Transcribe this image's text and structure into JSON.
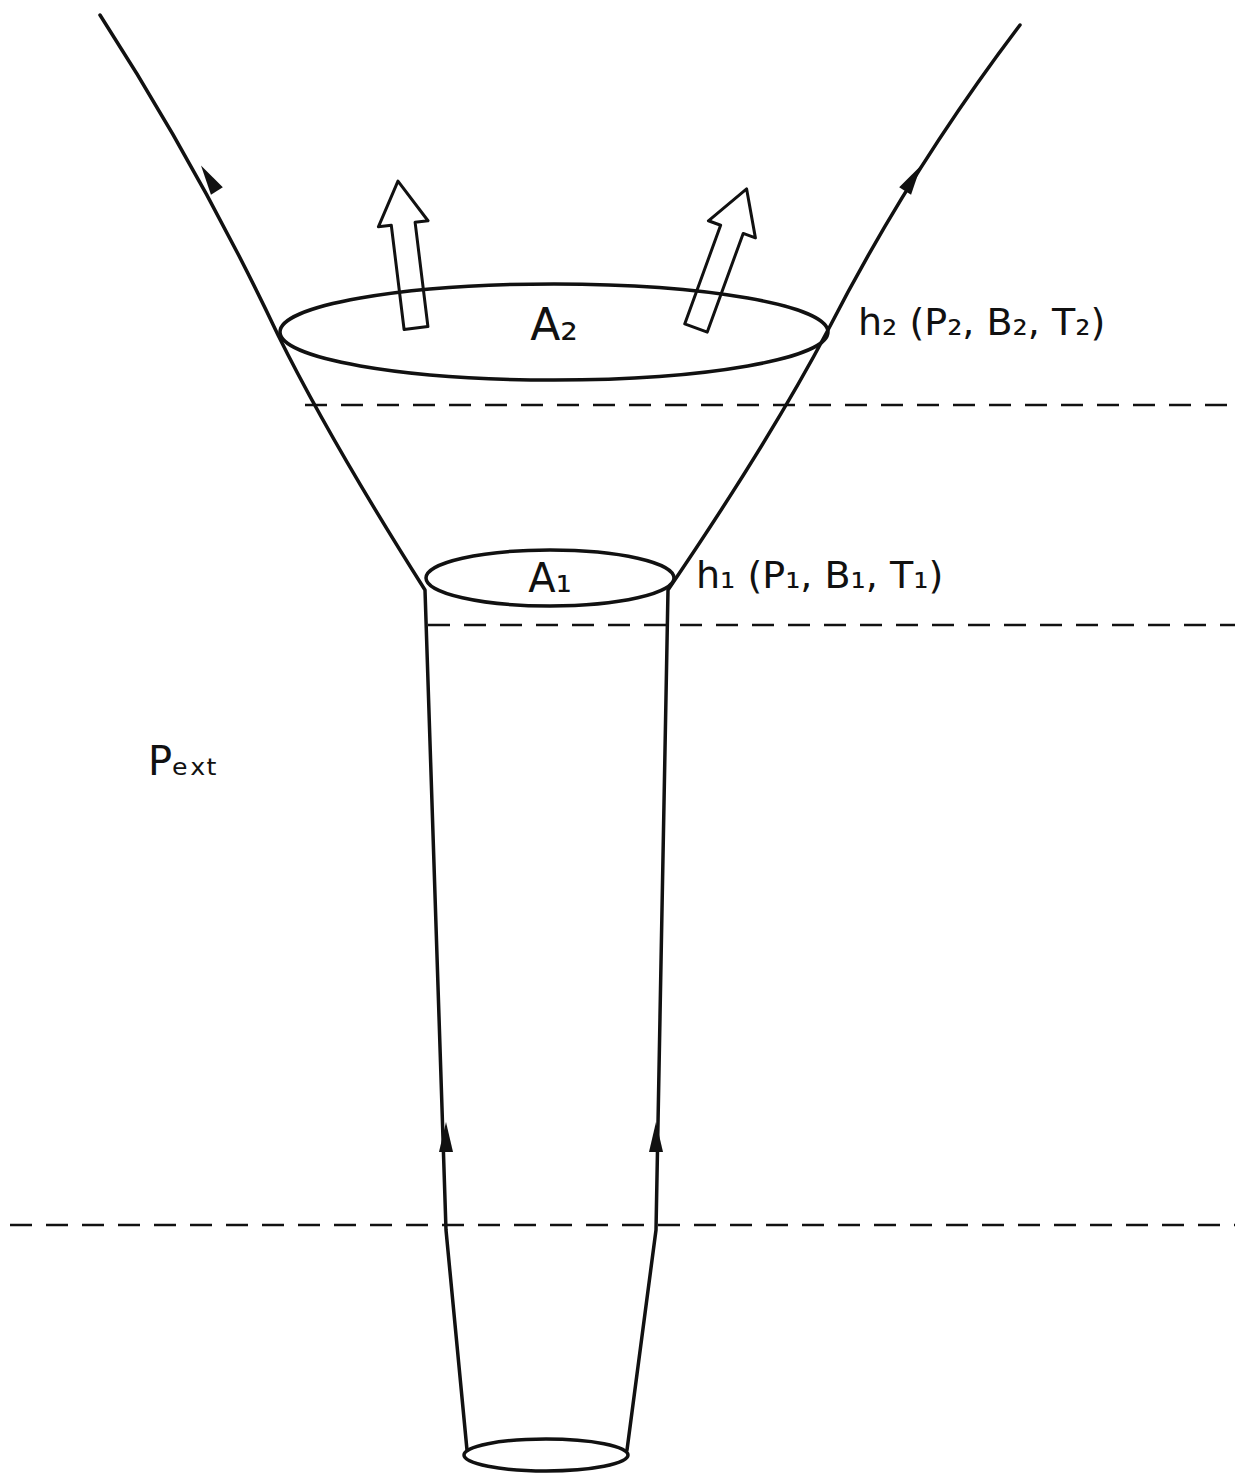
{
  "diagram": {
    "nodes": [
      {
        "text": [
          "A₂"
        ]
      },
      {
        "text": [
          "A₁"
        ]
      }
    ],
    "labels": [
      "h₂ (P₂, B₂, T₂)",
      "h₁ (P₁, B₁, T₁)",
      "Pₑₓₜ"
    ]
  }
}
